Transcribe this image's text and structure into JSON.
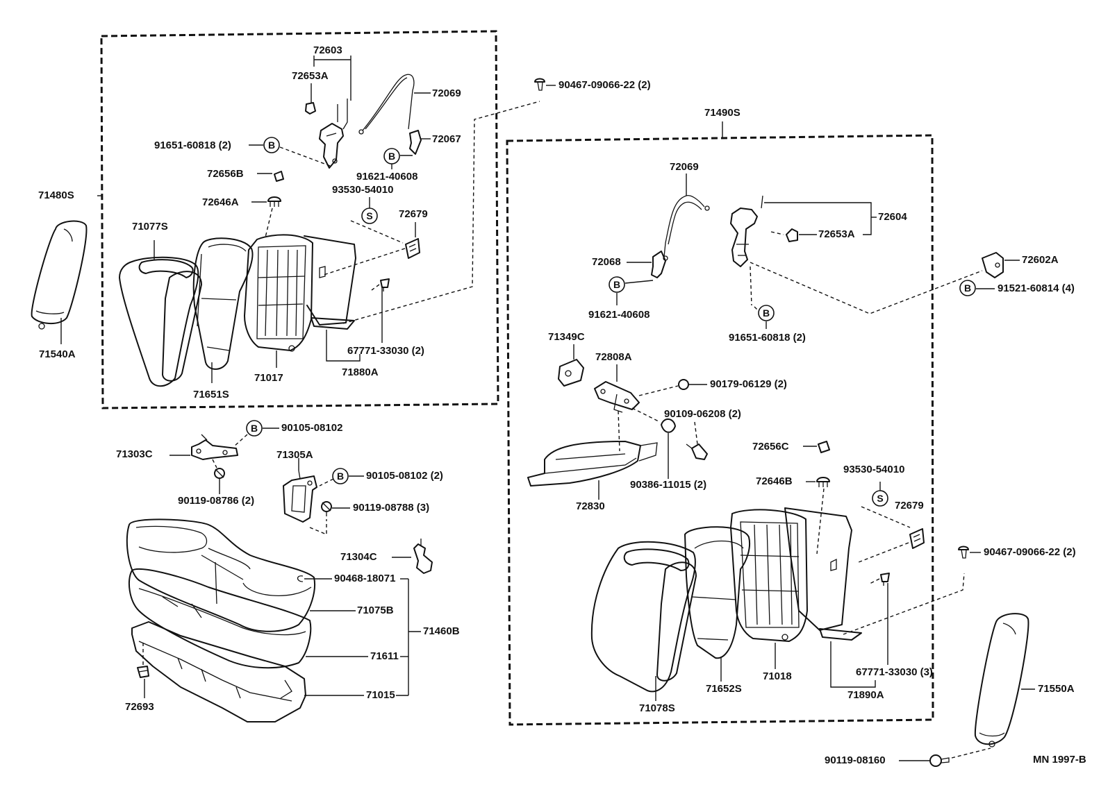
{
  "diagram": {
    "drawing_code": "MN 1997-B",
    "symbols": {
      "bolt": "B",
      "screw": "S"
    },
    "left_assembly": {
      "assembly": "71480S",
      "callouts": {
        "lock_assembly": "72603",
        "lock_cover": "72653A",
        "release_cable": "72069",
        "cable_end": "72067",
        "bolt_left": "91651-60818 (2)",
        "bolt_right": "91621-40608",
        "clip": "72656B",
        "screw": "93530-54010",
        "button": "72646A",
        "knob": "72679",
        "back_cover": "71077S",
        "back_pad": "71651S",
        "back_frame": "71017",
        "board": "71880A",
        "fastener": "67771-33030 (2)"
      }
    },
    "left_headrest": "71540A",
    "top_clip": "90467-09066-22 (2)",
    "cushion_hardware": {
      "hinge_left": "71303C",
      "hinge_left_bolt": "90105-08102",
      "hinge_left_nut": "90119-08786 (2)",
      "hinge_center": "71305A",
      "hinge_center_bolt": "90105-08102 (2)",
      "hinge_center_nut": "90119-08788 (3)",
      "hook": "71304C",
      "hook_clip": "90468-18071"
    },
    "cushion_assembly": {
      "assembly": "71460B",
      "cover": "71075B",
      "pad": "71611",
      "frame": "71015",
      "clip": "72693"
    },
    "right_assembly": {
      "assembly": "71490S",
      "callouts": {
        "release_cable": "72069",
        "lock_assembly": "72604",
        "lock_cover": "72653A",
        "cable_end": "72068",
        "bolt_cable": "91621-40608",
        "bolt_lock": "91651-60818 (2)",
        "cover": "71349C",
        "bracket": "72808A",
        "bracket_nut": "90179-06129 (2)",
        "bracket_bolt": "90109-06208 (2)",
        "bushing": "90386-11015 (2)",
        "clip": "72656C",
        "armrest": "72830",
        "button": "72646B",
        "screw": "93530-54010",
        "knob": "72679",
        "back_cover": "71078S",
        "back_pad": "71652S",
        "back_frame": "71018",
        "board": "71890A",
        "fastener": "67771-33030 (3)",
        "side_clip": "90467-09066-22 (2)"
      }
    },
    "right_hinge": "72602A",
    "right_hinge_bolt": "91521-60814 (4)",
    "right_headrest": "71550A",
    "right_headrest_nut": "90119-08160"
  }
}
